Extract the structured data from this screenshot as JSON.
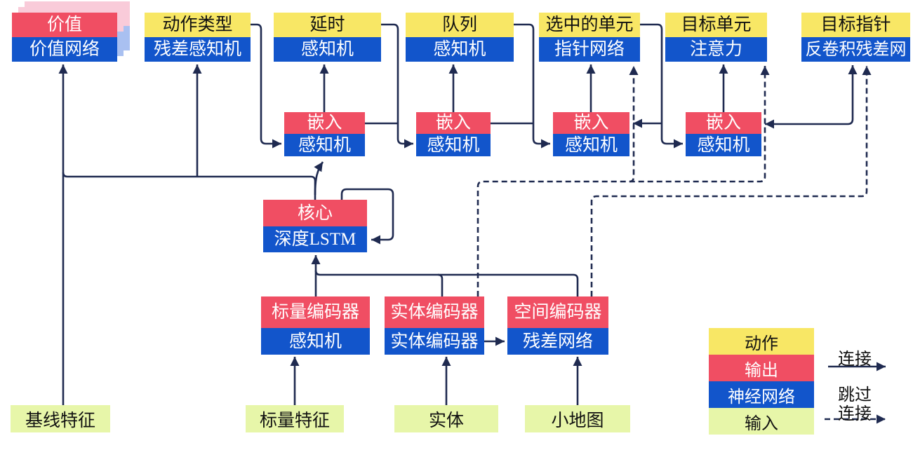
{
  "nodes": {
    "value": {
      "title": "价值",
      "subtitle": "价值网络"
    },
    "action_type": {
      "title": "动作类型",
      "subtitle": "残差感知机"
    },
    "delay": {
      "title": "延时",
      "subtitle": "感知机"
    },
    "queue": {
      "title": "队列",
      "subtitle": "感知机"
    },
    "selected_units": {
      "title": "选中的单元",
      "subtitle": "指针网络"
    },
    "target_unit": {
      "title": "目标单元",
      "subtitle": "注意力"
    },
    "target_point": {
      "title": "目标指针",
      "subtitle": "反卷积残差网"
    },
    "embed1": {
      "title": "嵌入",
      "subtitle": "感知机"
    },
    "embed2": {
      "title": "嵌入",
      "subtitle": "感知机"
    },
    "embed3": {
      "title": "嵌入",
      "subtitle": "感知机"
    },
    "embed4": {
      "title": "嵌入",
      "subtitle": "感知机"
    },
    "core": {
      "title": "核心",
      "subtitle": "深度LSTM"
    },
    "scalar_encoder": {
      "title": "标量编码器",
      "subtitle": "感知机"
    },
    "entity_encoder": {
      "title": "实体编码器",
      "subtitle": "实体编码器"
    },
    "spatial_encoder": {
      "title": "空间编码器",
      "subtitle": "残差网络"
    },
    "baseline_features": {
      "label": "基线特征"
    },
    "scalar_features": {
      "label": "标量特征"
    },
    "entities": {
      "label": "实体"
    },
    "minimap": {
      "label": "小地图"
    }
  },
  "legend": {
    "action": "动作",
    "output": "输出",
    "neural_network": "神经网络",
    "input": "输入",
    "connection_label": "连接",
    "skip_label_line1": "跳过",
    "skip_label_line2": "连接"
  },
  "colors": {
    "action_yellow": "#F8E765",
    "output_red": "#F04E63",
    "network_blue": "#1255CB",
    "input_green": "#E7F6A9",
    "line_navy": "#1F2A50",
    "value_shadow_pink": "#F9CBD9",
    "value_shadow_blue": "#A9C0F1"
  }
}
